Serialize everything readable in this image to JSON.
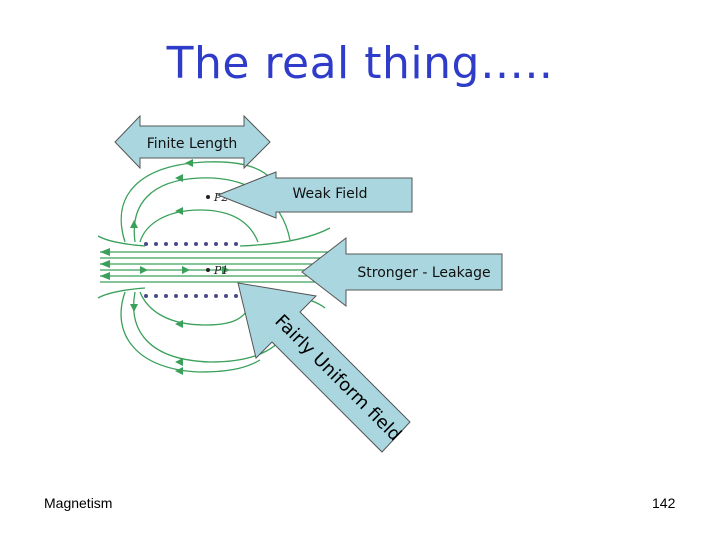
{
  "slide": {
    "title": "The real thing…..",
    "footer_left": "Magnetism",
    "page_number": "142"
  },
  "callouts": {
    "finite_length": "Finite Length",
    "weak_field": "Weak Field",
    "stronger_leakage": "Stronger - Leakage",
    "fairly_uniform_field": "Fairly Uniform field"
  },
  "points": {
    "p2": "P2",
    "p1": "P1"
  },
  "colors": {
    "title": "#2f3cc9",
    "callout_fill": "#a9d6df",
    "field_lines": "#3aa05a",
    "coil_dots": "#4a4a8a"
  }
}
